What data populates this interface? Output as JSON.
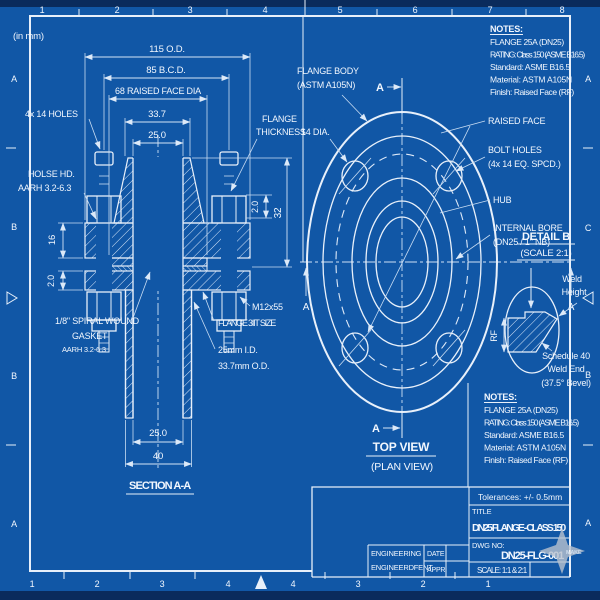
{
  "meta": {
    "units_note": "(in mm)",
    "watermark": "MAKE"
  },
  "border": {
    "top_numbers": [
      "1",
      "2",
      "3",
      "4",
      "5",
      "6",
      "7",
      "8"
    ],
    "bottom_numbers": [
      "1",
      "2",
      "3",
      "4",
      "4",
      "3",
      "2",
      "1"
    ],
    "left_letters": [
      "A",
      "B",
      "B",
      "A"
    ],
    "right_letters": [
      "A",
      "C",
      "B",
      "A"
    ],
    "section_marker": "A"
  },
  "section_view": {
    "title": "SECTION A-A",
    "dim_od": "115 O.D.",
    "dim_bcd": "85 B.C.D.",
    "dim_rf": "68 RAISED FACE DIA",
    "dim_hub_od": "33.7",
    "dim_bore": "25.0",
    "dim_16": "16",
    "dim_2_left": "2.0",
    "dim_2_right": "2.0",
    "dim_32": "32",
    "dim_pipe_id": "25.0",
    "dim_pipe_od": "40",
    "label_holes": "4x 14 HOLES",
    "label_bolt_head_1": "HOLSE HD.",
    "label_bolt_head_2": "AARH 3.2-6.3",
    "label_flange_thickness_1": "FLANGE",
    "label_flange_thickness_2": "THICKNESS",
    "label_bolt": "M12x55",
    "label_bolt_size": "FLANGE 3IIT SIZE",
    "label_pipe_id": "25mm I.D.",
    "label_pipe_od": "33.7mm O.D.",
    "label_gasket_1": "1/8\" SPIRAL WOUND",
    "label_gasket_2": "GASKET",
    "label_gasket_3": "AARH 3.2-6.3"
  },
  "top_view": {
    "title": "TOP VIEW",
    "subtitle": "(PLAN VIEW)",
    "label_body_1": "FLANGE BODY",
    "label_body_2": "(ASTM A105N)",
    "label_dia": "14 DIA.",
    "label_rf": "RAISED FACE",
    "label_holes_1": "BOLT HOLES",
    "label_holes_2": "(4x 14 EQ. SPCD.)",
    "label_hub": "HUB",
    "label_bore_1": "INTERNAL BORE",
    "label_bore_2": "(DN25 / 1\" NB)"
  },
  "detail_b": {
    "title": "DETAIL B",
    "scale": "(SCALE 2:1)",
    "weld_1": "Weld",
    "weld_2": "Height",
    "rf": "RF",
    "sched_1": "Schedule 40",
    "sched_2": "Weld End",
    "sched_3": "(37.5° Bevel)"
  },
  "notes_top": {
    "heading": "NOTES:",
    "lines": [
      "FLANGE 25A (DN25)",
      "RATING: Class 150 (ASME B16.5)",
      "Standard: ASME B16.5",
      "Material: ASTM A105N",
      "Finish: Raised Face (RF)"
    ]
  },
  "notes_bottom": {
    "heading": "NOTES:",
    "lines": [
      "FLANGE 25A (DN25)",
      "RATING: Class 150 (ASME B16.5)",
      "Standard: ASME B16.5",
      "Material: ASTM A105N",
      "Finish: Raised Face (RF)"
    ]
  },
  "title_block": {
    "tolerances": "Tolerances: +/- 0.5mm",
    "title_label": "TITLE",
    "title": "DN25 FLANGE - CLASS 150",
    "dwg_label": "DWG NO:",
    "dwg_no": "DN25-FLG-001",
    "scale": "SCALE: 1:1 & 2:1",
    "dept_1": "ENGINEERING",
    "dept_2": "ENGINEERDFENT",
    "date_label": "DATE",
    "appr_label": "APPR"
  },
  "colors": {
    "background": "#1157a6",
    "frame": "#e8f0fa",
    "dark_band": "#0a2b5c",
    "text": "#f2f7fe"
  }
}
